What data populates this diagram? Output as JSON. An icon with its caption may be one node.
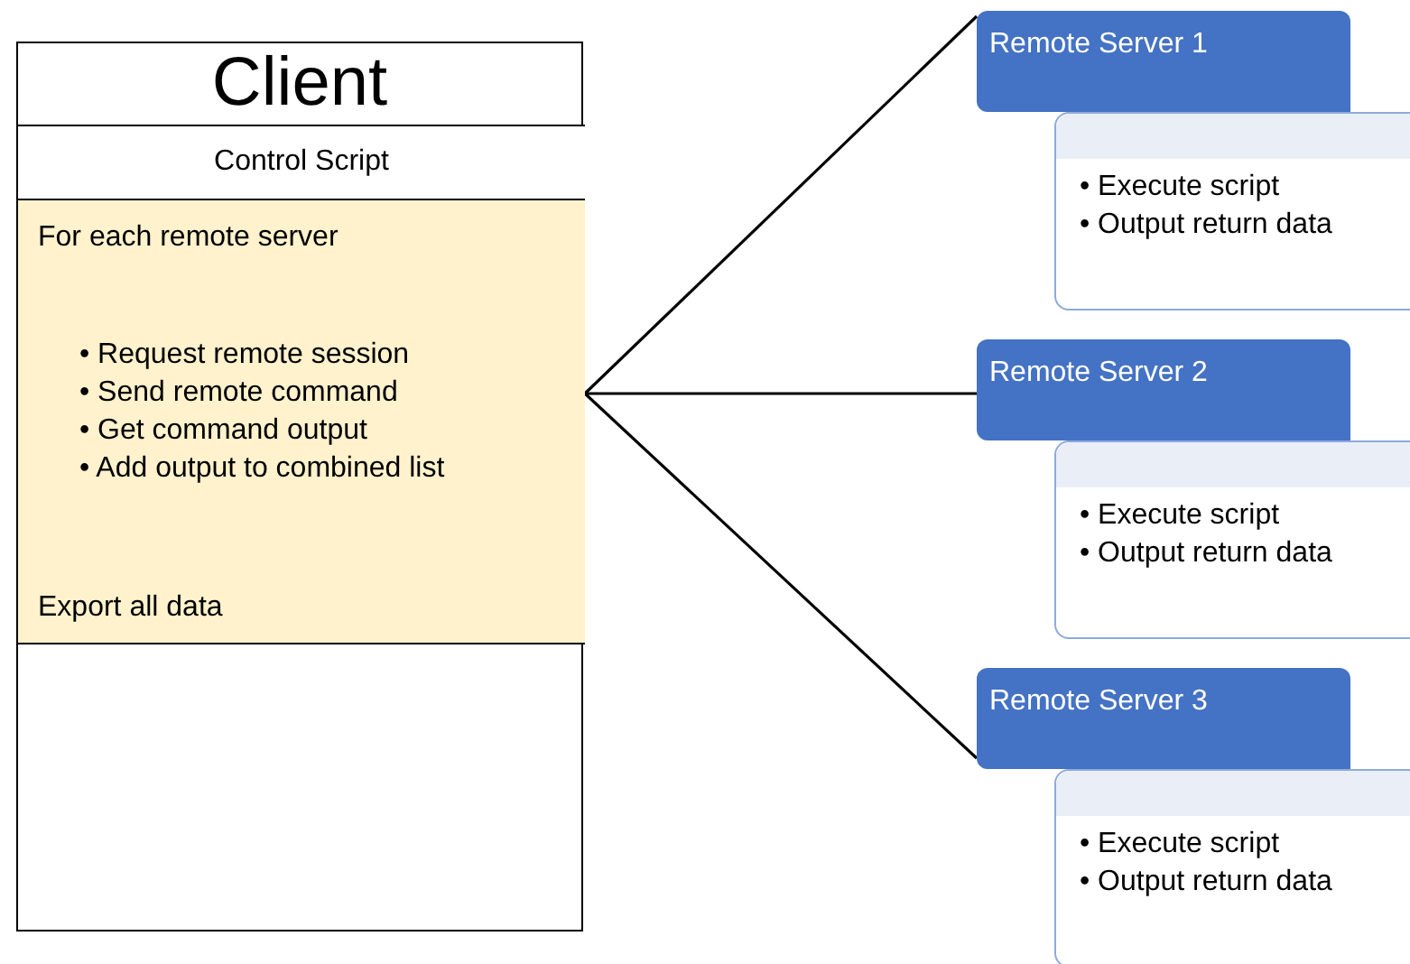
{
  "diagram": {
    "nodes": [
      {
        "text": [
          "Client"
        ]
      },
      {
        "text": [
          "Control Script"
        ],
        "in": 0
      },
      {
        "text": [
          "For each remote server",
          "• Request remote session",
          "• Send remote command",
          "• Get command output",
          "• Add output to combined list",
          "Export all data"
        ],
        "in": 0
      },
      {
        "text": [
          "Remote Server 1"
        ]
      },
      {
        "text": [
          "• Execute script",
          "• Output return data"
        ]
      },
      {
        "text": [
          "Remote Server 2"
        ]
      },
      {
        "text": [
          "• Execute script",
          "• Output return data"
        ]
      },
      {
        "text": [
          "Remote Server 3"
        ]
      },
      {
        "text": [
          "• Execute script",
          "• Output return data"
        ]
      }
    ],
    "edges": [
      {
        "from": 2,
        "to": 3,
        "arrow": "none"
      },
      {
        "from": 2,
        "to": 5,
        "arrow": "none"
      },
      {
        "from": 2,
        "to": 7,
        "arrow": "none"
      }
    ]
  }
}
